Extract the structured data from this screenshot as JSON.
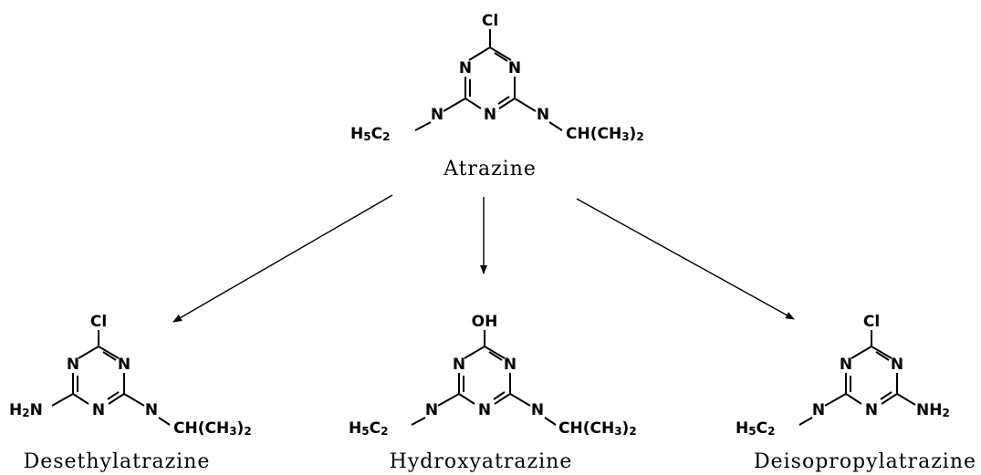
{
  "molecules": {
    "atrazine": {
      "name": "Atrazine",
      "top": "Cl",
      "left": "H5C2",
      "right": "CH(CH3)2"
    },
    "desethyl": {
      "name": "Desethylatrazine",
      "top": "Cl",
      "left": "H2N",
      "right": "CH(CH3)2"
    },
    "hydroxy": {
      "name": "Hydroxyatrazine",
      "top": "OH",
      "left": "H5C2",
      "right": "CH(CH3)2"
    },
    "deisoprop": {
      "name": "Deisopropylatrazine",
      "top": "Cl",
      "left": "H5C2",
      "right": "NH2"
    }
  },
  "atoms": {
    "ring_n": "N",
    "amine_n": "N"
  }
}
